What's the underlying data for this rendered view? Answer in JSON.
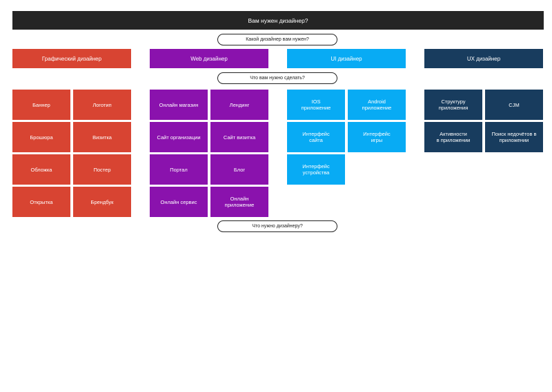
{
  "header": {
    "title": "Вам нужен дизайнер?"
  },
  "questions": {
    "which_designer": "Какой дизайнер вам нужен?",
    "what_to_do": "Что вам нужно сделать?",
    "what_designer_needs": "Что нужно дизайнеру?"
  },
  "colors": {
    "header_bg": "#252525",
    "graphic": "#d84432",
    "web": "#8a12ad",
    "ui": "#08abf4",
    "ux": "#183c5e"
  },
  "categories": [
    {
      "label": "Графический дизайнер",
      "tiles": [
        "Баннер",
        "Логотип",
        "Брошюра",
        "Визитка",
        "Обложка",
        "Постер",
        "Открытка",
        "Брендбук"
      ]
    },
    {
      "label": "Web дизайнер",
      "tiles": [
        "Онлайн магазин",
        "Лендинг",
        "Сайт организации",
        "Сайт визитка",
        "Портал",
        "Блог",
        "Онлайн сервис",
        "Онлайн\nприложение"
      ]
    },
    {
      "label": "UI дизайнер",
      "tiles": [
        "IOS\nприложение",
        "Android\nприложение",
        "Интерфейс\nсайта",
        "Интерфейс\nигры",
        "Интерфейс\nустройства"
      ]
    },
    {
      "label": "UX дизайнер",
      "tiles": [
        "Структуру\nприложения",
        "CJM",
        "Активности\nв приложении",
        "Поиск недочётов в\nприложении"
      ]
    }
  ]
}
